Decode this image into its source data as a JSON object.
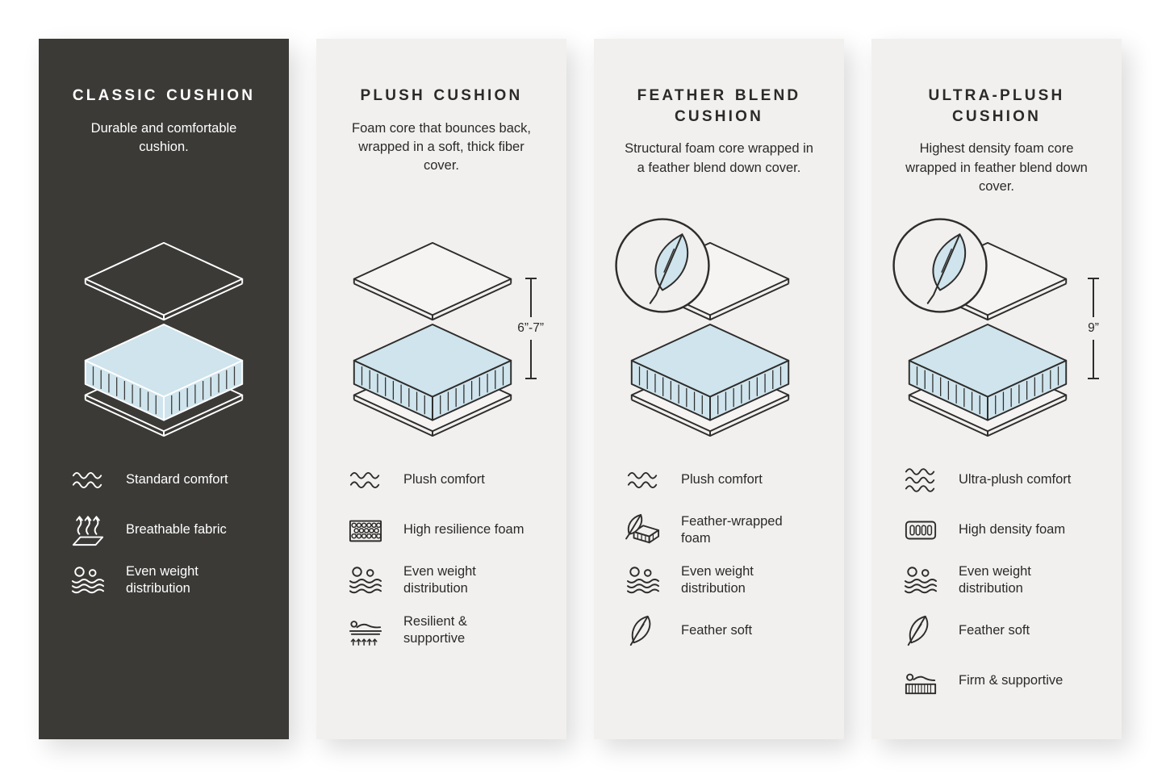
{
  "colors": {
    "foam_blue": "#cfe4ed",
    "dark_panel": "#3b3a37",
    "light_panel": "#f1f0ee",
    "ink": "#2e2d2b"
  },
  "panels": [
    {
      "title": "CLASSIC CUSHION",
      "description": "Durable and comfortable cushion.",
      "theme": "dark",
      "has_feather_badge": false,
      "measurement": "",
      "features": [
        {
          "icon": "waves-icon",
          "label": "Standard comfort"
        },
        {
          "icon": "breathable-fabric-icon",
          "label": "Breathable fabric"
        },
        {
          "icon": "even-weight-distribution-icon",
          "label": "Even weight distribution"
        }
      ]
    },
    {
      "title": "PLUSH CUSHION",
      "description": "Foam core that bounces back, wrapped in a soft, thick fiber cover.",
      "theme": "light",
      "has_feather_badge": false,
      "measurement": "6”-7”",
      "features": [
        {
          "icon": "waves-icon",
          "label": "Plush comfort"
        },
        {
          "icon": "honeycomb-foam-icon",
          "label": "High resilience foam"
        },
        {
          "icon": "even-weight-distribution-icon",
          "label": "Even weight distribution"
        },
        {
          "icon": "person-support-icon",
          "label": "Resilient & supportive"
        }
      ]
    },
    {
      "title": "FEATHER BLEND CUSHION",
      "description": "Structural foam core wrapped in a feather blend down cover.",
      "theme": "light",
      "has_feather_badge": true,
      "measurement": "",
      "features": [
        {
          "icon": "waves-icon",
          "label": "Plush comfort"
        },
        {
          "icon": "feather-wrapped-foam-icon",
          "label": "Feather-wrapped foam"
        },
        {
          "icon": "even-weight-distribution-icon",
          "label": "Even weight distribution"
        },
        {
          "icon": "feather-icon",
          "label": "Feather soft"
        }
      ]
    },
    {
      "title": "ULTRA-PLUSH CUSHION",
      "description": "Highest density foam core wrapped in feather blend down cover.",
      "theme": "light",
      "has_feather_badge": true,
      "measurement": "9”",
      "features": [
        {
          "icon": "triple-waves-icon",
          "label": "Ultra-plush comfort"
        },
        {
          "icon": "high-density-foam-icon",
          "label": "High density foam"
        },
        {
          "icon": "even-weight-distribution-icon",
          "label": "Even weight distribution"
        },
        {
          "icon": "feather-icon",
          "label": "Feather soft"
        },
        {
          "icon": "firm-supportive-icon",
          "label": "Firm & supportive"
        }
      ]
    }
  ]
}
